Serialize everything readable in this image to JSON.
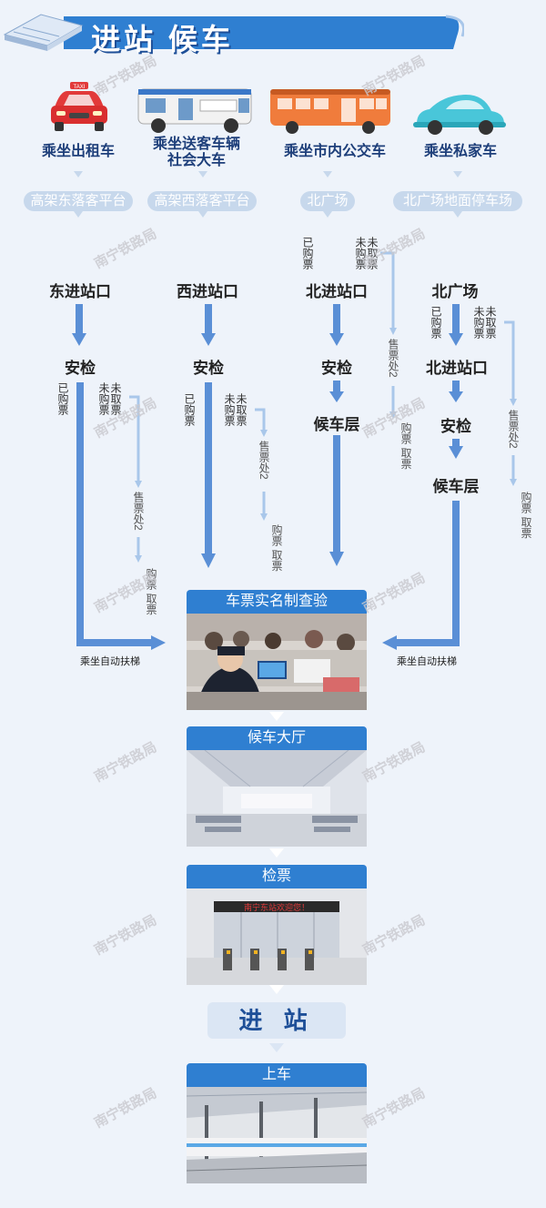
{
  "title": "进站 候车",
  "vehicles": [
    {
      "label": "乘坐出租车",
      "icon": "taxi-icon"
    },
    {
      "label": "乘坐送客车辆\n社会大车",
      "icon": "van-icon"
    },
    {
      "label": "乘坐市内公交车",
      "icon": "bus-icon"
    },
    {
      "label": "乘坐私家车",
      "icon": "car-icon"
    }
  ],
  "taxi_sign": "TAXI",
  "platforms": [
    "高架东落客平台",
    "高架西落客平台",
    "北广场",
    "北广场地面停车场"
  ],
  "entrances": {
    "east": "东进站口",
    "west": "西进站口",
    "north": "北进站口",
    "north_square": "北广场",
    "north_entrance_2": "北进站口"
  },
  "steps": {
    "security": "安检",
    "waiting_floor": "候车层"
  },
  "branch_labels": {
    "bought": "已购票",
    "not_bought": "未购票",
    "not_picked": "未取票",
    "ticket_office_2": "售票处2",
    "buy_pick": "购票 取票"
  },
  "escalator": "乘坐自动扶梯",
  "stages": [
    {
      "title": "车票实名制查验",
      "photo_caption": ""
    },
    {
      "title": "候车大厅"
    },
    {
      "title": "检票",
      "sign": "南宁东站欢迎您！"
    },
    {
      "title": "上车"
    }
  ],
  "enter": "进 站",
  "watermark": "南宁铁路局",
  "colors": {
    "primary": "#2f7fd1",
    "arrow": "#5a8fd6",
    "pale_arrow": "#a9c7ea",
    "dark": "#1e4f98"
  }
}
